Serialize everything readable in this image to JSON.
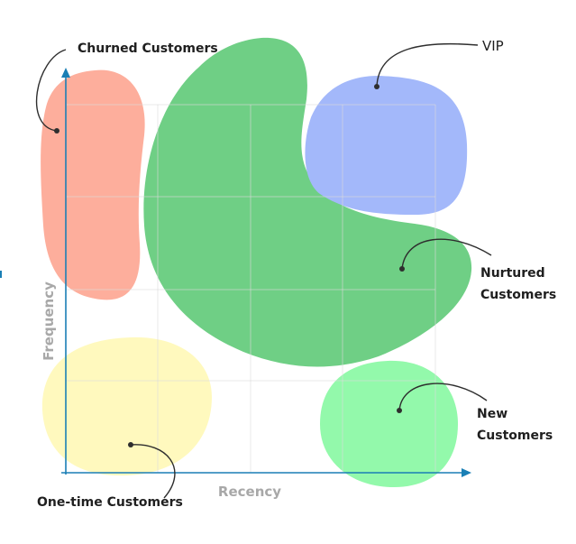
{
  "diagram": {
    "type": "segmentation-matrix",
    "axes": {
      "x_label": "Recency",
      "y_label": "Frequency",
      "axis_color": "#1a7fb5",
      "grid_color": "#dcdcdc"
    },
    "segments": [
      {
        "id": "churned",
        "label_lines": [
          "Churned Customers"
        ],
        "color": "#fdae9c"
      },
      {
        "id": "nurtured",
        "label_lines": [
          "Nurtured",
          "Customers"
        ],
        "color": "#6fcf85"
      },
      {
        "id": "vip",
        "label_lines": [
          "VIP"
        ],
        "color": "#a3b8fa"
      },
      {
        "id": "one-time",
        "label_lines": [
          "One-time Customers"
        ],
        "color": "#fff9be"
      },
      {
        "id": "new",
        "label_lines": [
          "New",
          "Customers"
        ],
        "color": "#93f9ab"
      }
    ]
  }
}
